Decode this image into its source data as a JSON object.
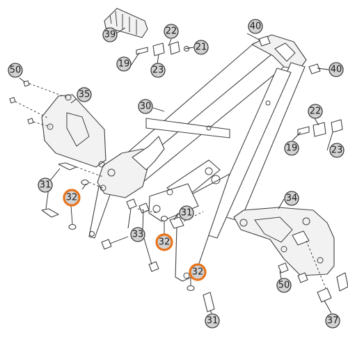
{
  "callouts": [
    {
      "id": "c39",
      "label": "39",
      "highlight": false
    },
    {
      "id": "c22a",
      "label": "22",
      "highlight": false
    },
    {
      "id": "c40a",
      "label": "40",
      "highlight": false
    },
    {
      "id": "c50a",
      "label": "50",
      "highlight": false
    },
    {
      "id": "c19a",
      "label": "19",
      "highlight": false
    },
    {
      "id": "c21",
      "label": "21",
      "highlight": false
    },
    {
      "id": "c23a",
      "label": "23",
      "highlight": false
    },
    {
      "id": "c40b",
      "label": "40",
      "highlight": false
    },
    {
      "id": "c35",
      "label": "35",
      "highlight": false
    },
    {
      "id": "c30",
      "label": "30",
      "highlight": false
    },
    {
      "id": "c22b",
      "label": "22",
      "highlight": false
    },
    {
      "id": "c19b",
      "label": "19",
      "highlight": false
    },
    {
      "id": "c23b",
      "label": "23",
      "highlight": false
    },
    {
      "id": "c31a",
      "label": "31",
      "highlight": false
    },
    {
      "id": "c32a",
      "label": "32",
      "highlight": true
    },
    {
      "id": "c34",
      "label": "34",
      "highlight": false
    },
    {
      "id": "c31b",
      "label": "31",
      "highlight": false
    },
    {
      "id": "c33",
      "label": "33",
      "highlight": false
    },
    {
      "id": "c32b",
      "label": "32",
      "highlight": true
    },
    {
      "id": "c32c",
      "label": "32",
      "highlight": true
    },
    {
      "id": "c50b",
      "label": "50",
      "highlight": false
    },
    {
      "id": "c31c",
      "label": "31",
      "highlight": false
    },
    {
      "id": "c37",
      "label": "37",
      "highlight": false
    }
  ],
  "colors": {
    "highlight_ring": "#e8731a",
    "bubble_fill": "#d2d2d2",
    "line": "#404040"
  }
}
